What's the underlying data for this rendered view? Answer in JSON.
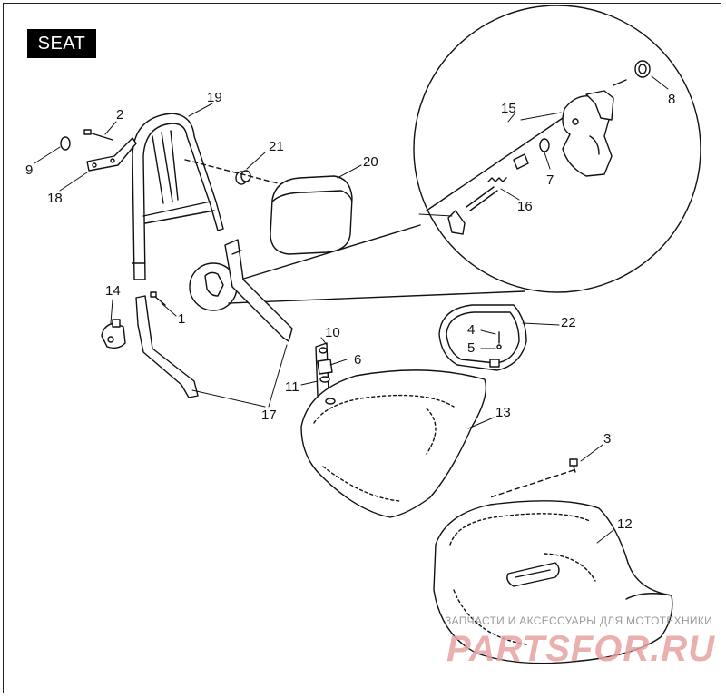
{
  "title": "SEAT",
  "watermark": {
    "tagline": "ЗАПЧАСТИ И АКСЕССУАРЫ ДЛЯ МОТОТЕХНИКИ",
    "brand": "PARTSFOR.RU",
    "brand_color": "#e7a3a3"
  },
  "callouts": [
    "1",
    "2",
    "3",
    "4",
    "5",
    "6",
    "7",
    "8",
    "9",
    "10",
    "11",
    "12",
    "13",
    "14",
    "15",
    "16",
    "17",
    "18",
    "19",
    "20",
    "21",
    "22"
  ],
  "colors": {
    "ink": "#111111",
    "badge_bg": "#000000",
    "badge_fg": "#ffffff",
    "part_fill": "#f2f2f2"
  }
}
